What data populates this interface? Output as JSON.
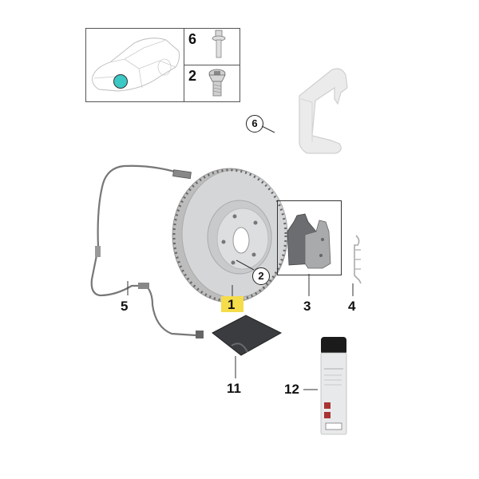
{
  "diagram": {
    "title": "Front brake disc / pad assembly exploded parts diagram",
    "inset": {
      "vehicle_marker_color": "#3cc8c4",
      "parts": [
        {
          "number": "6",
          "description": "bolt"
        },
        {
          "number": "2",
          "description": "countersunk screw"
        }
      ]
    },
    "callouts": [
      {
        "id": "6",
        "label": "6",
        "style": "circle",
        "part": "caliper carrier"
      },
      {
        "id": "2",
        "label": "2",
        "style": "circle",
        "part": "disc screw"
      },
      {
        "id": "1",
        "label": "1",
        "style": "highlighted",
        "part": "brake disc",
        "highlight_color": "#f5dc4a"
      },
      {
        "id": "3",
        "label": "3",
        "style": "plain",
        "part": "brake pad set"
      },
      {
        "id": "4",
        "label": "4",
        "style": "plain",
        "part": "brake pad wear sensor"
      },
      {
        "id": "5",
        "label": "5",
        "style": "plain",
        "part": "anti-rattle spring clip"
      },
      {
        "id": "11",
        "label": "11",
        "style": "plain",
        "part": "grease sachet"
      },
      {
        "id": "12",
        "label": "12",
        "style": "plain",
        "part": "spray can"
      }
    ]
  }
}
